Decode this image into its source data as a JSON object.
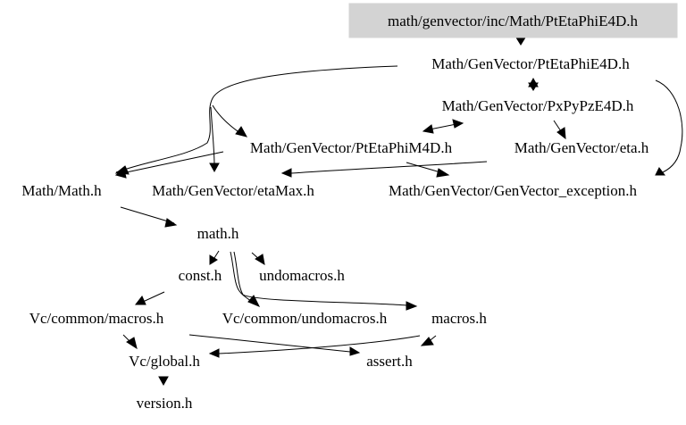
{
  "diagram": {
    "nodes": [
      {
        "id": "root",
        "label": "math/genvector/inc/Math/PtEtaPhiE4D.h",
        "highlighted": true
      },
      {
        "id": "ptetaphie4d",
        "label": "Math/GenVector/PtEtaPhiE4D.h"
      },
      {
        "id": "pxpypze4d",
        "label": "Math/GenVector/PxPyPzE4D.h"
      },
      {
        "id": "ptetaphim4d",
        "label": "Math/GenVector/PtEtaPhiM4D.h"
      },
      {
        "id": "eta",
        "label": "Math/GenVector/eta.h"
      },
      {
        "id": "mathmath",
        "label": "Math/Math.h"
      },
      {
        "id": "etamax",
        "label": "Math/GenVector/etaMax.h"
      },
      {
        "id": "genvector_exception",
        "label": "Math/GenVector/GenVector_exception.h"
      },
      {
        "id": "math_h",
        "label": "math.h"
      },
      {
        "id": "const_h",
        "label": "const.h"
      },
      {
        "id": "undomacros_h",
        "label": "undomacros.h"
      },
      {
        "id": "vc_macros",
        "label": "Vc/common/macros.h"
      },
      {
        "id": "vc_undomacros",
        "label": "Vc/common/undomacros.h"
      },
      {
        "id": "macros_h",
        "label": "macros.h"
      },
      {
        "id": "vc_global",
        "label": "Vc/global.h"
      },
      {
        "id": "assert_h",
        "label": "assert.h"
      },
      {
        "id": "version_h",
        "label": "version.h"
      }
    ],
    "edges": [
      {
        "from": "root",
        "to": "ptetaphie4d"
      },
      {
        "from": "ptetaphie4d",
        "to": "pxpypze4d"
      },
      {
        "from": "ptetaphie4d",
        "to": "ptetaphim4d"
      },
      {
        "from": "ptetaphie4d",
        "to": "mathmath"
      },
      {
        "from": "ptetaphie4d",
        "to": "etamax"
      },
      {
        "from": "ptetaphie4d",
        "to": "genvector_exception"
      },
      {
        "from": "pxpypze4d",
        "to": "ptetaphie4d"
      },
      {
        "from": "pxpypze4d",
        "to": "ptetaphim4d"
      },
      {
        "from": "pxpypze4d",
        "to": "eta"
      },
      {
        "from": "ptetaphim4d",
        "to": "pxpypze4d"
      },
      {
        "from": "ptetaphim4d",
        "to": "mathmath"
      },
      {
        "from": "ptetaphim4d",
        "to": "genvector_exception"
      },
      {
        "from": "eta",
        "to": "etamax"
      },
      {
        "from": "mathmath",
        "to": "math_h"
      },
      {
        "from": "math_h",
        "to": "const_h"
      },
      {
        "from": "math_h",
        "to": "undomacros_h"
      },
      {
        "from": "math_h",
        "to": "vc_undomacros"
      },
      {
        "from": "math_h",
        "to": "macros_h"
      },
      {
        "from": "const_h",
        "to": "vc_macros"
      },
      {
        "from": "vc_macros",
        "to": "vc_global"
      },
      {
        "from": "vc_macros",
        "to": "assert_h"
      },
      {
        "from": "macros_h",
        "to": "vc_global"
      },
      {
        "from": "vc_global",
        "to": "version_h"
      }
    ]
  }
}
